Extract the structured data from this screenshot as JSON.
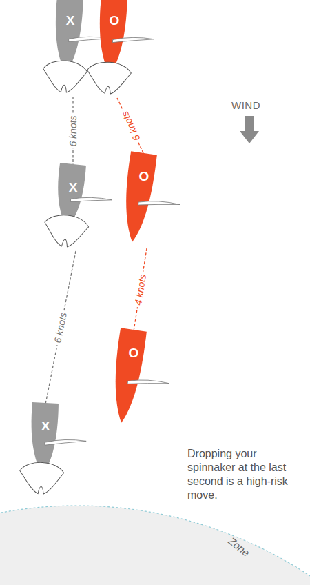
{
  "diagram": {
    "nodes": [
      {
        "text": [
          "X"
        ]
      },
      {
        "text": [
          "O"
        ]
      },
      {
        "text": [
          "O"
        ]
      },
      {
        "text": [
          "X"
        ]
      },
      {
        "text": [
          "O"
        ]
      },
      {
        "text": [
          "X"
        ]
      }
    ],
    "edges": [
      {
        "from": 0,
        "to": 3,
        "label": "6 knots",
        "arrow": "none"
      },
      {
        "from": 3,
        "to": 5,
        "label": "6 knots",
        "arrow": "none"
      },
      {
        "from": 1,
        "to": 2,
        "label": "6 knots",
        "arrow": "none"
      },
      {
        "from": 2,
        "to": 4,
        "label": "4 knots",
        "arrow": "none"
      }
    ],
    "labels": [
      "WIND",
      "Dropping your spinnaker at the last second is a high-risk move.",
      "Zone"
    ]
  }
}
